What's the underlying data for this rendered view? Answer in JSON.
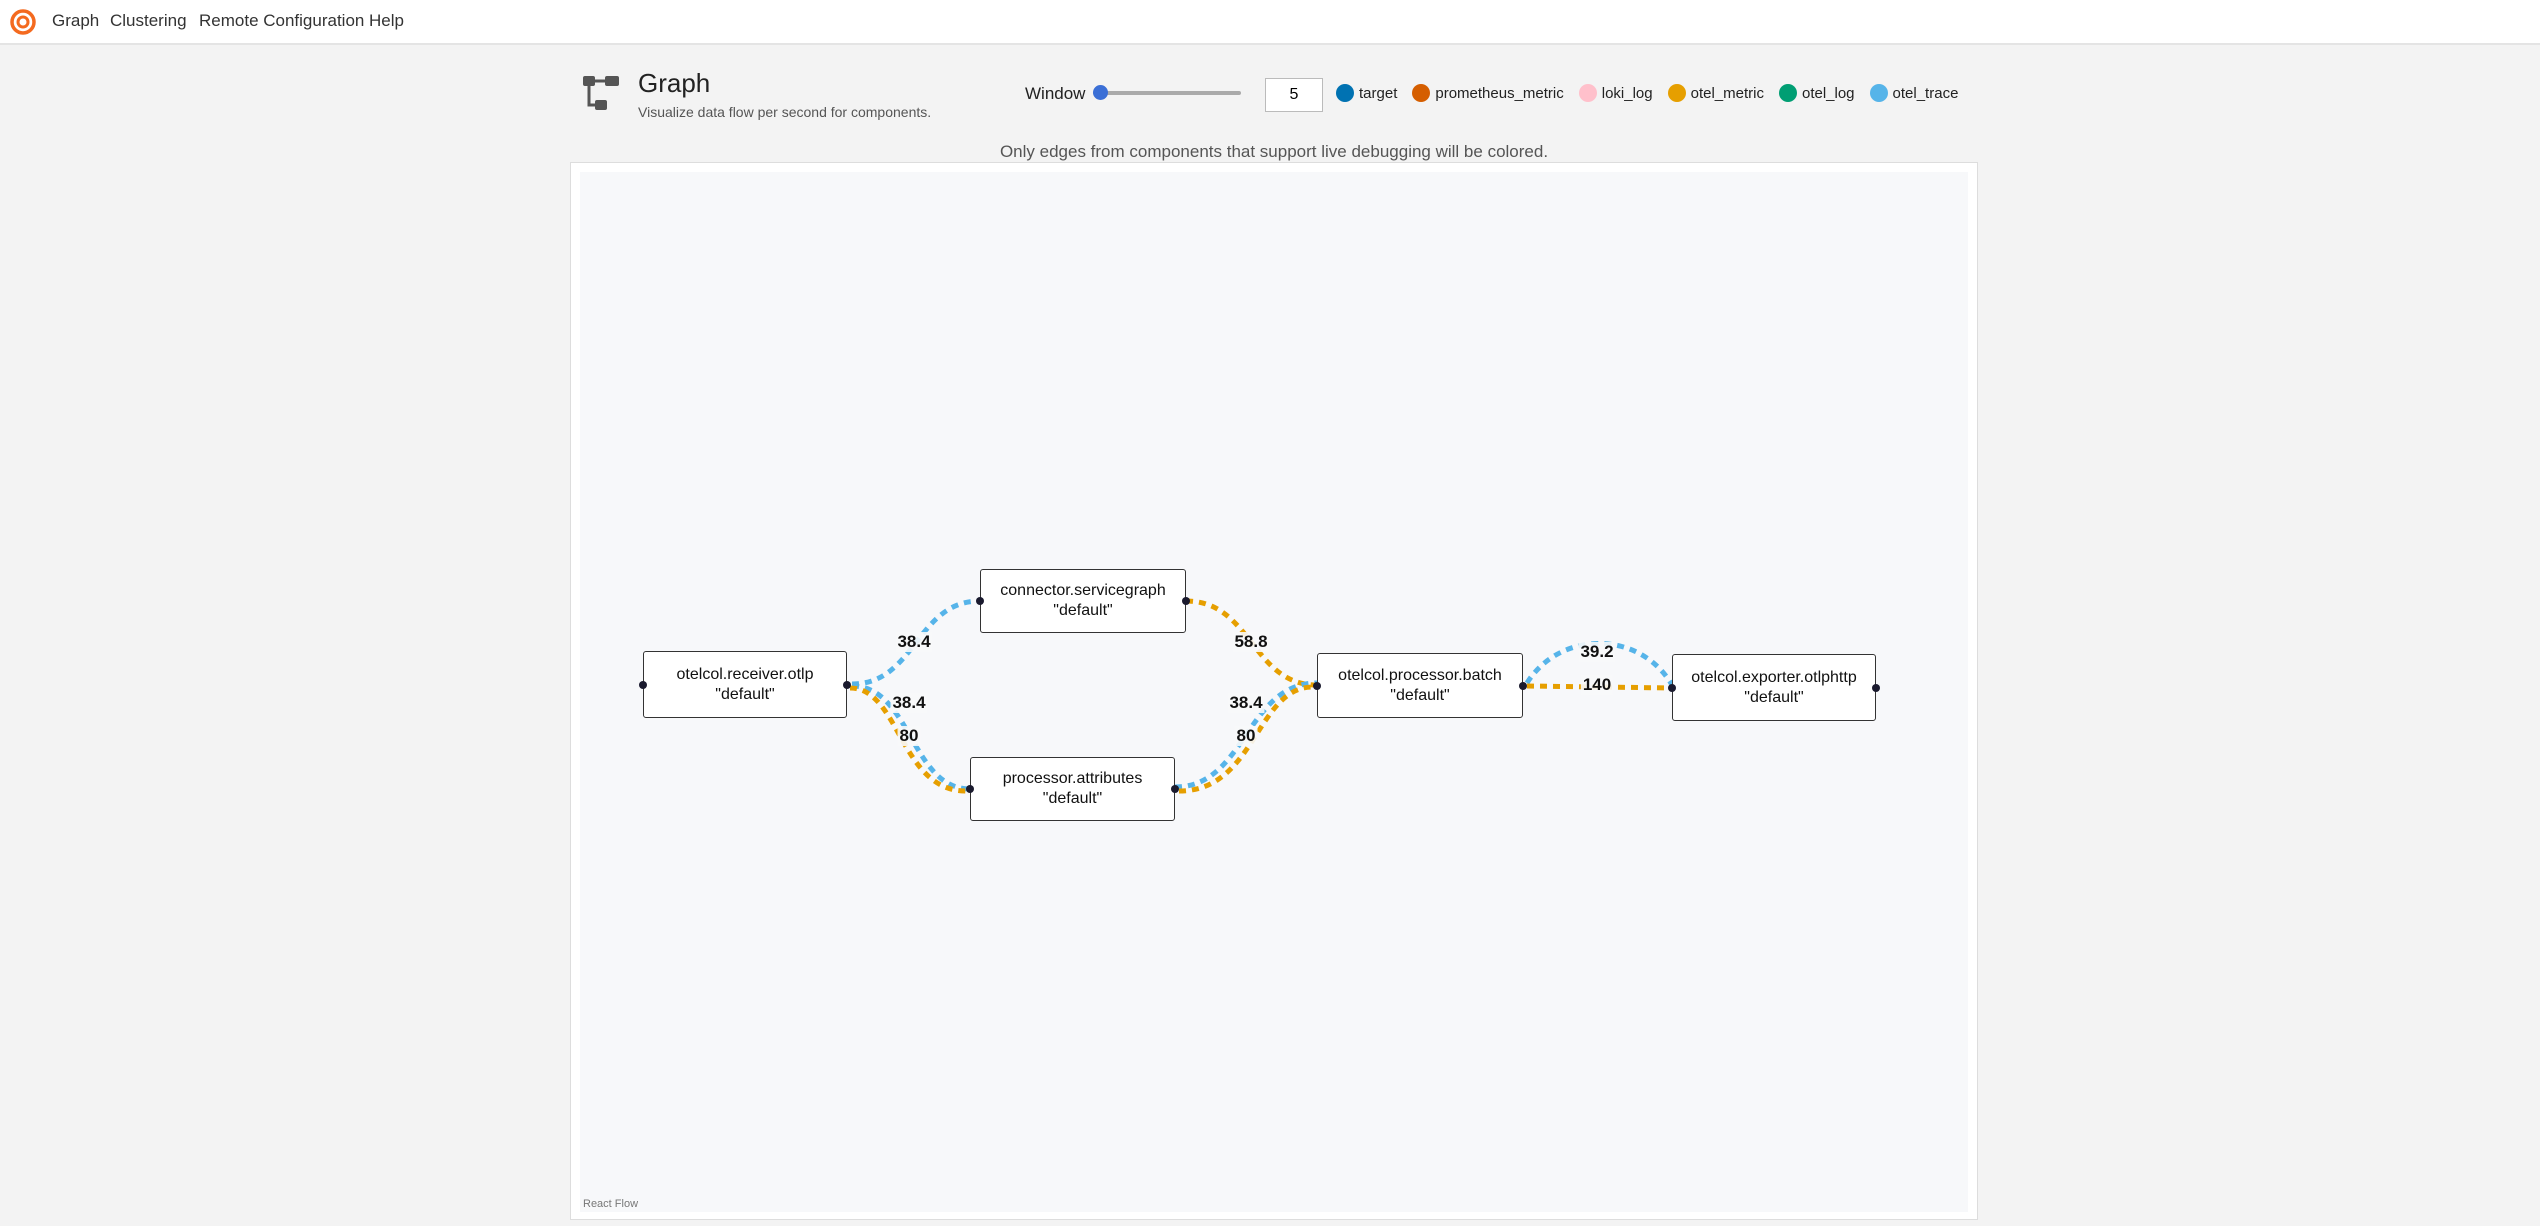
{
  "nav": {
    "items": [
      "Graph",
      "Clustering",
      "Remote Configuration",
      "Help"
    ]
  },
  "header": {
    "icon": "graph-icon",
    "title": "Graph",
    "subtitle": "Visualize data flow per second for components."
  },
  "window": {
    "label": "Window",
    "value": "5",
    "slider_value": 5
  },
  "legend": [
    {
      "label": "target",
      "color": "#0072B2"
    },
    {
      "label": "prometheus_metric",
      "color": "#D55E00"
    },
    {
      "label": "loki_log",
      "color": "#FFC0CB"
    },
    {
      "label": "otel_metric",
      "color": "#E69F00"
    },
    {
      "label": "otel_log",
      "color": "#009E73"
    },
    {
      "label": "otel_trace",
      "color": "#56B4E9"
    }
  ],
  "notice": "Only edges from components that support live debugging will be colored.",
  "nodes": [
    {
      "name": "otelcol.receiver.otlp",
      "label": "\"default\""
    },
    {
      "name": "connector.servicegraph",
      "label": "\"default\""
    },
    {
      "name": "processor.attributes",
      "label": "\"default\""
    },
    {
      "name": "otelcol.processor.batch",
      "label": "\"default\""
    },
    {
      "name": "otelcol.exporter.otlphttp",
      "label": "\"default\""
    }
  ],
  "edges": [
    {
      "from": "otelcol.receiver.otlp",
      "to": "connector.servicegraph",
      "type": "otel_trace",
      "value": "38.4"
    },
    {
      "from": "otelcol.receiver.otlp",
      "to": "processor.attributes",
      "type": "otel_trace",
      "value": "38.4"
    },
    {
      "from": "otelcol.receiver.otlp",
      "to": "processor.attributes",
      "type": "otel_metric",
      "value": "80"
    },
    {
      "from": "connector.servicegraph",
      "to": "otelcol.processor.batch",
      "type": "otel_metric",
      "value": "58.8"
    },
    {
      "from": "processor.attributes",
      "to": "otelcol.processor.batch",
      "type": "otel_trace",
      "value": "38.4"
    },
    {
      "from": "processor.attributes",
      "to": "otelcol.processor.batch",
      "type": "otel_metric",
      "value": "80"
    },
    {
      "from": "otelcol.processor.batch",
      "to": "otelcol.exporter.otlphttp",
      "type": "otel_trace",
      "value": "39.2"
    },
    {
      "from": "otelcol.processor.batch",
      "to": "otelcol.exporter.otlphttp",
      "type": "otel_metric",
      "value": "140"
    }
  ],
  "attribution": "React Flow"
}
